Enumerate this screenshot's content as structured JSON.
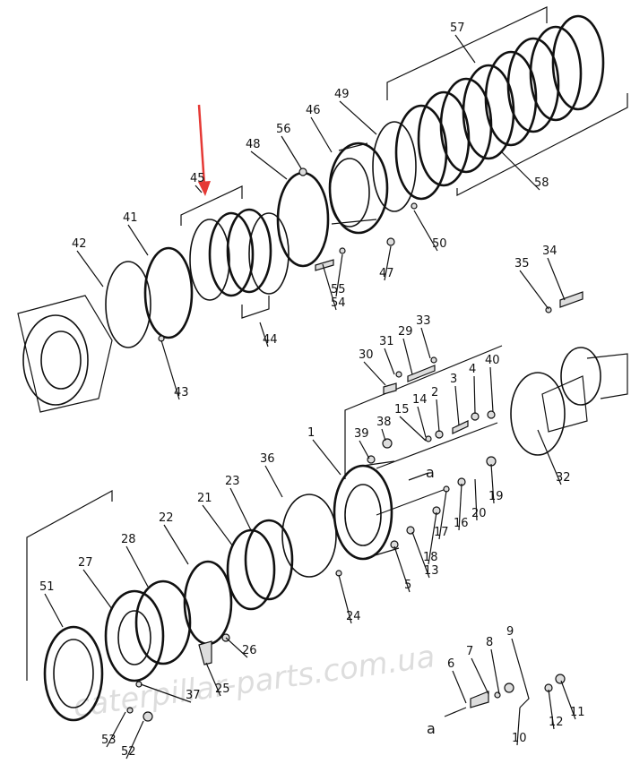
{
  "diagram": {
    "part_labels": [
      "57",
      "49",
      "46",
      "56",
      "48",
      "45",
      "41",
      "42",
      "58",
      "50",
      "47",
      "55",
      "54",
      "44",
      "43",
      "34",
      "35",
      "33",
      "29",
      "31",
      "30",
      "40",
      "4",
      "3",
      "2",
      "14",
      "15",
      "38",
      "39",
      "1",
      "36",
      "23",
      "21",
      "22",
      "28",
      "27",
      "51",
      "32",
      "19",
      "20",
      "16",
      "17",
      "18",
      "13",
      "5",
      "24",
      "26",
      "25",
      "37",
      "6",
      "7",
      "8",
      "9",
      "12",
      "11",
      "53",
      "52",
      "10"
    ],
    "connector_labels": [
      "a",
      "a"
    ],
    "watermark": "caterpillar-parts.com.ua",
    "highlight_arrow_color": "#e53935"
  }
}
